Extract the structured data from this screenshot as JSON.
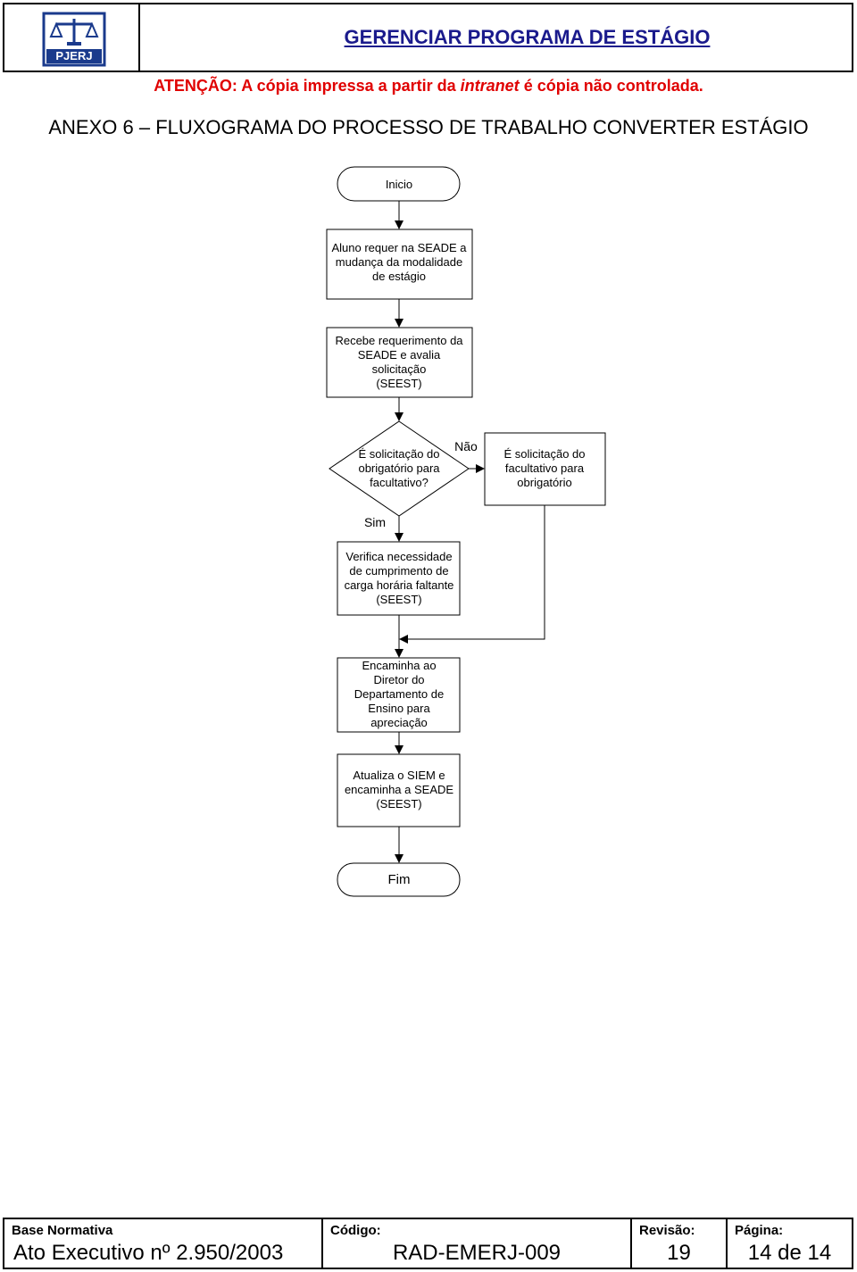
{
  "header": {
    "logo_text": "PJERJ",
    "title": "GERENCIAR PROGRAMA DE ESTÁGIO",
    "title_color": "#1a1a8c"
  },
  "warning": {
    "prefix": "ATENÇÃO: A cópia impressa a partir da ",
    "italic": "intranet",
    "suffix": " é cópia não controlada.",
    "color": "#e00000"
  },
  "doc_title": "ANEXO 6 – FLUXOGRAMA DO PROCESSO DE TRABALHO CONVERTER ESTÁGIO",
  "flow": {
    "start": "Inicio",
    "step1": [
      "Aluno requer na SEADE a",
      "mudança da modalidade",
      "de estágio"
    ],
    "step2": [
      "Recebe requerimento da",
      "SEADE e avalia",
      "solicitação",
      "(SEEST)"
    ],
    "decision": [
      "É solicitação do",
      "obrigatório para",
      "facultativo?"
    ],
    "label_no": "Não",
    "label_yes": "Sim",
    "alt_step": [
      "É solicitação do",
      "facultativo para",
      "obrigatório"
    ],
    "step3": [
      "Verifica necessidade",
      "de cumprimento de",
      "carga horária faltante",
      "(SEEST)"
    ],
    "step4": [
      "Encaminha ao",
      "Diretor do",
      "Departamento de",
      "Ensino para",
      "apreciação"
    ],
    "step5": [
      "Atualiza o SIEM e",
      "encaminha a SEADE",
      "(SEEST)"
    ],
    "end": "Fim"
  },
  "footer": {
    "base_label": "Base Normativa",
    "base_value": "Ato Executivo nº 2.950/2003",
    "code_label": "Código:",
    "code_value": "RAD-EMERJ-009",
    "rev_label": "Revisão:",
    "rev_value": "19",
    "page_label": "Página:",
    "page_value": "14 de 14"
  }
}
